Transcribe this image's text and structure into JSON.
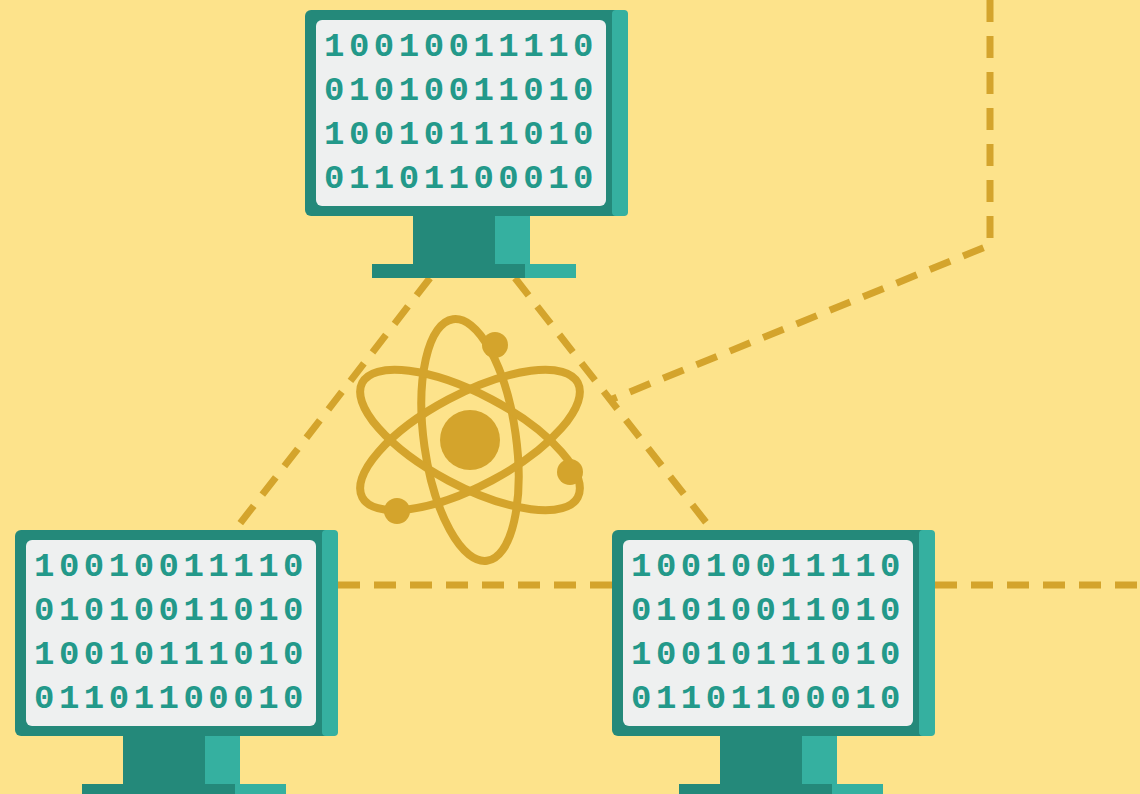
{
  "diagram": {
    "nodes": [
      {
        "text": [
          "10010011110 01010011010 10010111010 01101100010"
        ]
      },
      {
        "text": [
          "10010011110 01010011010 10010111010 01101100010"
        ]
      },
      {
        "text": [
          "10010011110 01010011010 10010111010 01101100010"
        ]
      }
    ],
    "edges": [
      {
        "from": 0,
        "to": 1,
        "arrow": "none"
      },
      {
        "from": 0,
        "to": 2,
        "arrow": "none"
      },
      {
        "from": 1,
        "to": 2,
        "arrow": "none"
      }
    ]
  }
}
